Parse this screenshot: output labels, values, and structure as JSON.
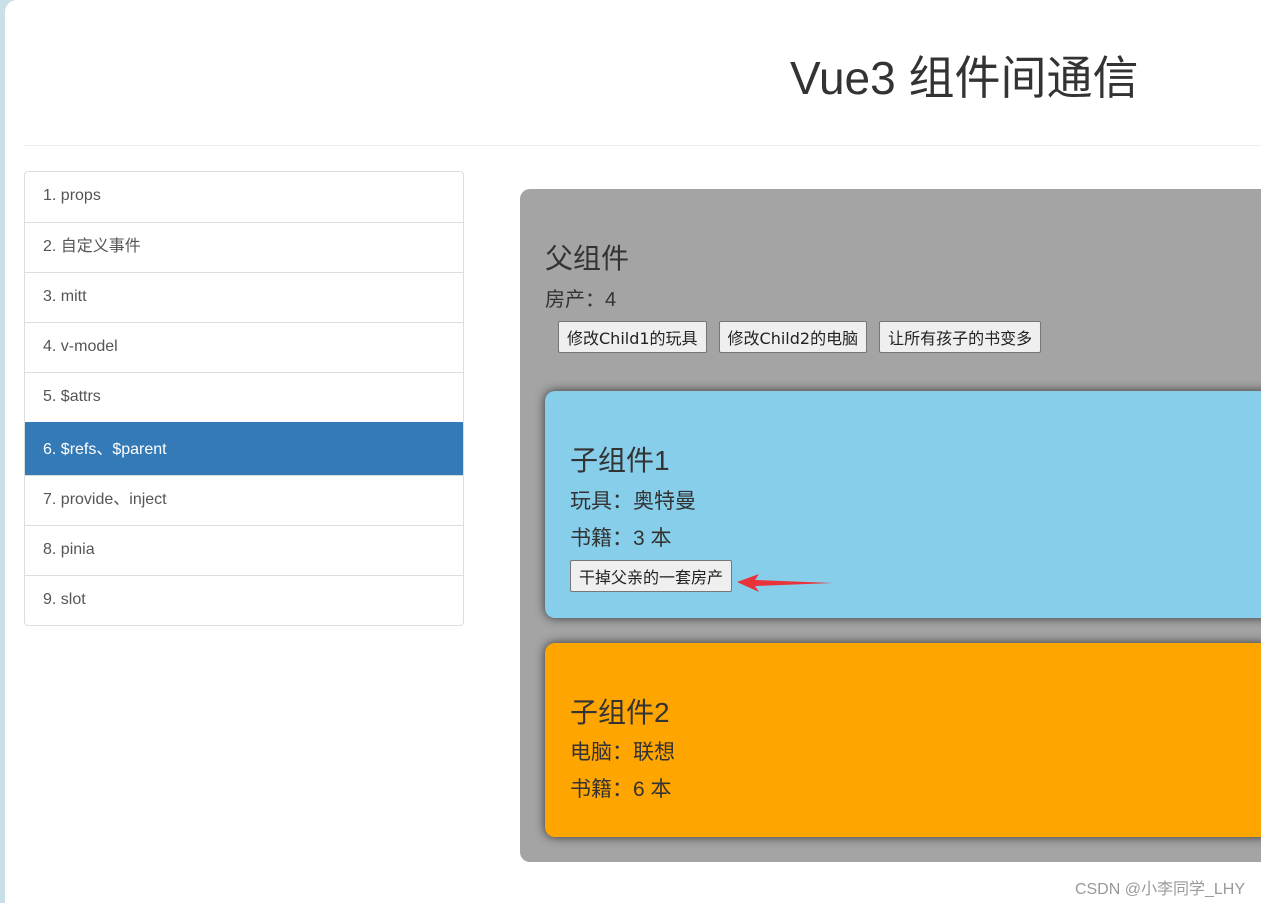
{
  "header": {
    "title": "Vue3 组件间通信"
  },
  "sidebar": {
    "items": [
      {
        "label": "1. props"
      },
      {
        "label": "2. 自定义事件"
      },
      {
        "label": "3. mitt"
      },
      {
        "label": "4. v-model"
      },
      {
        "label": "5. $attrs"
      },
      {
        "label": "6. $refs、$parent",
        "active": true
      },
      {
        "label": "7. provide、inject"
      },
      {
        "label": "8. pinia"
      },
      {
        "label": "9. slot"
      }
    ]
  },
  "father": {
    "title": "父组件",
    "house": "房产：4",
    "buttons": [
      "修改Child1的玩具",
      "修改Child2的电脑",
      "让所有孩子的书变多"
    ]
  },
  "child1": {
    "title": "子组件1",
    "toy": "玩具：奥特曼",
    "books": "书籍：3 本",
    "button": "干掉父亲的一套房产"
  },
  "child2": {
    "title": "子组件2",
    "computer": "电脑：联想",
    "books": "书籍：6 本"
  },
  "watermark": "CSDN @小李同学_LHY",
  "colors": {
    "active": "#337ab7",
    "father": "#a4a4a4",
    "child1": "#87ceeb",
    "child2": "#ffa500",
    "arrow": "#e8333a"
  }
}
